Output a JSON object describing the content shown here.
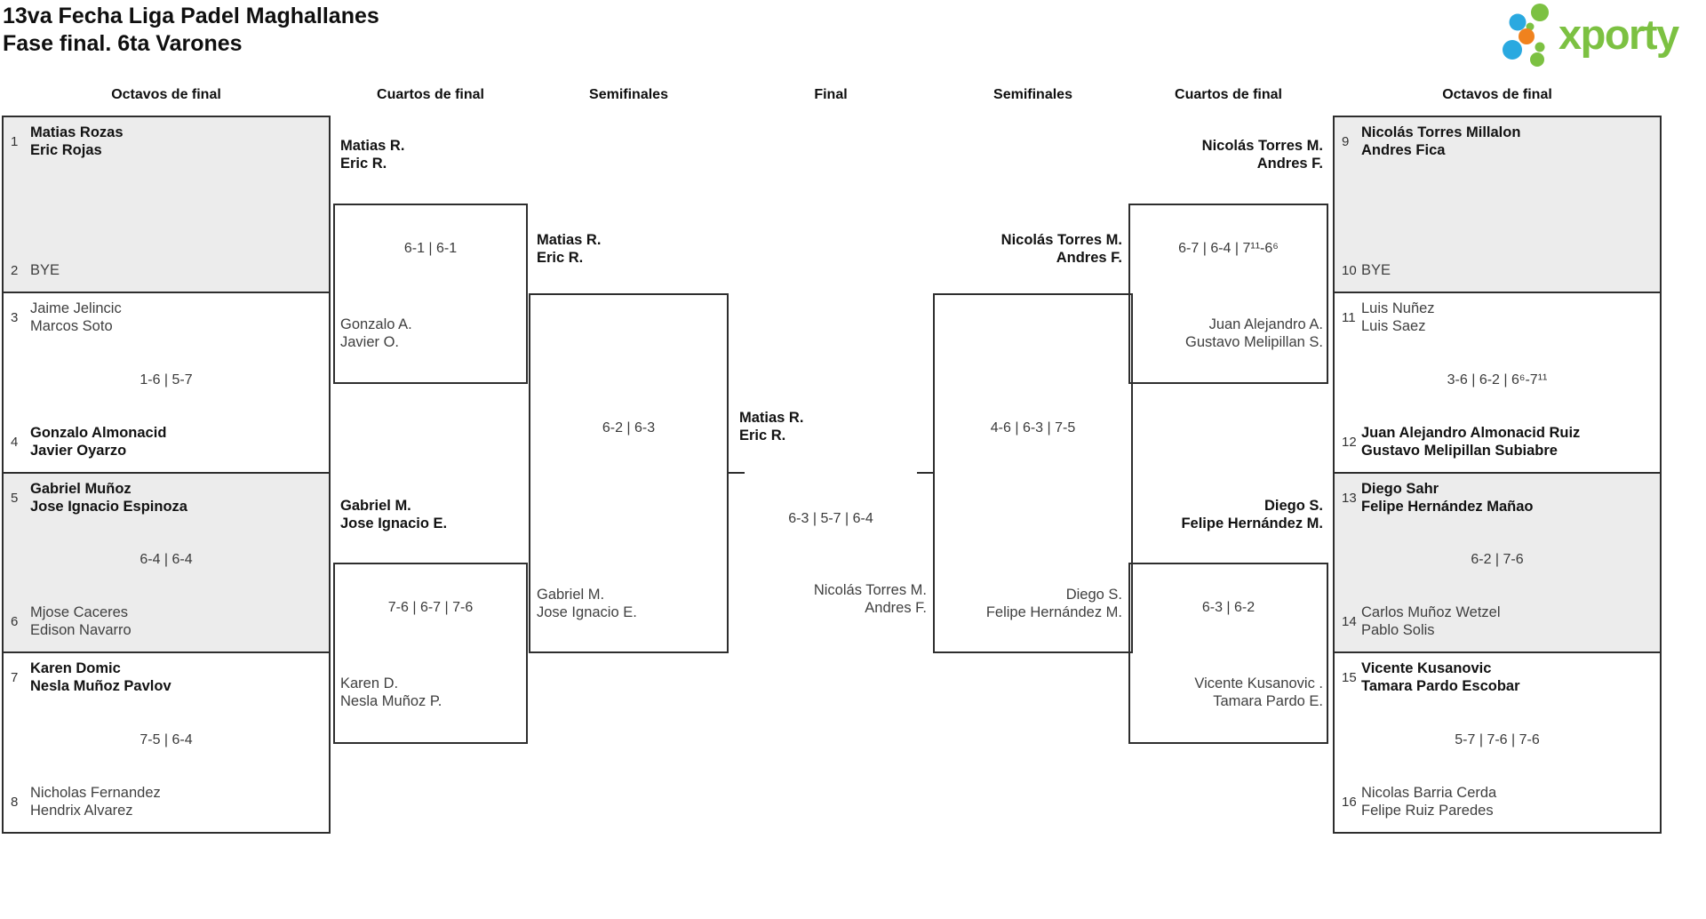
{
  "header": {
    "title_line1": "13va Fecha Liga Padel Maghallanes",
    "title_line2": "Fase final. 6ta Varones"
  },
  "logo": {
    "text": "xporty"
  },
  "colors": {
    "logo_green": "#7cc142",
    "logo_blue": "#2aa9e0",
    "logo_orange": "#f0821e",
    "box_border": "#2e2e2e",
    "box_shaded_fill": "#ececec"
  },
  "round_labels": {
    "left_r16": "Octavos de final",
    "left_qf": "Cuartos de final",
    "left_sf": "Semifinales",
    "final": "Final",
    "right_sf": "Semifinales",
    "right_qf": "Cuartos de final",
    "right_r16": "Octavos de final"
  },
  "r16_left": [
    {
      "score": "",
      "top": {
        "seed": "1",
        "p1": "Matias Rozas",
        "p2": "Eric Rojas",
        "winner": true
      },
      "bottom": {
        "seed": "2",
        "p1": "BYE",
        "p2": "",
        "winner": false
      }
    },
    {
      "score": "1-6 | 5-7",
      "top": {
        "seed": "3",
        "p1": "Jaime Jelincic",
        "p2": "Marcos Soto",
        "winner": false
      },
      "bottom": {
        "seed": "4",
        "p1": "Gonzalo Almonacid",
        "p2": "Javier Oyarzo",
        "winner": true
      }
    },
    {
      "score": "6-4 | 6-4",
      "top": {
        "seed": "5",
        "p1": "Gabriel Muñoz",
        "p2": "Jose Ignacio Espinoza",
        "winner": true
      },
      "bottom": {
        "seed": "6",
        "p1": "Mjose Caceres",
        "p2": "Edison Navarro",
        "winner": false
      }
    },
    {
      "score": "7-5 | 6-4",
      "top": {
        "seed": "7",
        "p1": "Karen Domic",
        "p2": "Nesla Muñoz Pavlov",
        "winner": true
      },
      "bottom": {
        "seed": "8",
        "p1": "Nicholas Fernandez",
        "p2": "Hendrix Alvarez",
        "winner": false
      }
    }
  ],
  "r16_right": [
    {
      "score": "",
      "top": {
        "seed": "9",
        "p1": "Nicolás Torres Millalon",
        "p2": "Andres Fica",
        "winner": true
      },
      "bottom": {
        "seed": "10",
        "p1": "BYE",
        "p2": "",
        "winner": false
      }
    },
    {
      "score": "3-6 | 6-2 | 6⁶-7¹¹",
      "top": {
        "seed": "11",
        "p1": "Luis Nuñez",
        "p2": "Luis Saez",
        "winner": false
      },
      "bottom": {
        "seed": "12",
        "p1": "Juan Alejandro Almonacid Ruiz",
        "p2": "Gustavo Melipillan Subiabre",
        "winner": true
      }
    },
    {
      "score": "6-2 | 7-6",
      "top": {
        "seed": "13",
        "p1": "Diego Sahr",
        "p2": "Felipe Hernández Mañao",
        "winner": true
      },
      "bottom": {
        "seed": "14",
        "p1": "Carlos Muñoz Wetzel",
        "p2": "Pablo Solis",
        "winner": false
      }
    },
    {
      "score": "5-7 | 7-6 | 7-6",
      "top": {
        "seed": "15",
        "p1": "Vicente Kusanovic",
        "p2": "Tamara Pardo Escobar",
        "winner": true
      },
      "bottom": {
        "seed": "16",
        "p1": "Nicolas Barria Cerda",
        "p2": "Felipe Ruiz Paredes",
        "winner": false
      }
    }
  ],
  "qf_left": [
    {
      "winner_p1": "Matias R.",
      "winner_p2": "Eric R.",
      "score": "6-1 | 6-1",
      "loser_p1": "Gonzalo A.",
      "loser_p2": "Javier O."
    },
    {
      "winner_p1": "Gabriel M.",
      "winner_p2": "Jose Ignacio E.",
      "score": "7-6 | 6-7 | 7-6",
      "loser_p1": "Karen D.",
      "loser_p2": "Nesla Muñoz P."
    }
  ],
  "qf_right": [
    {
      "winner_p1": "Nicolás Torres M.",
      "winner_p2": "Andres F.",
      "score": "6-7 | 6-4 | 7¹¹-6⁶",
      "loser_p1": "Juan Alejandro A.",
      "loser_p2": "Gustavo Melipillan S."
    },
    {
      "winner_p1": "Diego S.",
      "winner_p2": "Felipe Hernández M.",
      "score": "6-3 | 6-2",
      "loser_p1": "Vicente Kusanovic .",
      "loser_p2": "Tamara Pardo E."
    }
  ],
  "sf_left": {
    "winner_p1": "Matias R.",
    "winner_p2": "Eric R.",
    "score": "6-2 | 6-3",
    "loser_p1": "Gabriel M.",
    "loser_p2": "Jose Ignacio E."
  },
  "sf_right": {
    "winner_p1": "Nicolás Torres M.",
    "winner_p2": "Andres F.",
    "score": "4-6 | 6-3 | 7-5",
    "loser_p1": "Diego S.",
    "loser_p2": "Felipe Hernández M."
  },
  "final": {
    "winner_p1": "Matias R.",
    "winner_p2": "Eric R.",
    "score": "6-3 | 5-7 | 6-4",
    "loser_p1": "Nicolás Torres M.",
    "loser_p2": "Andres F."
  }
}
